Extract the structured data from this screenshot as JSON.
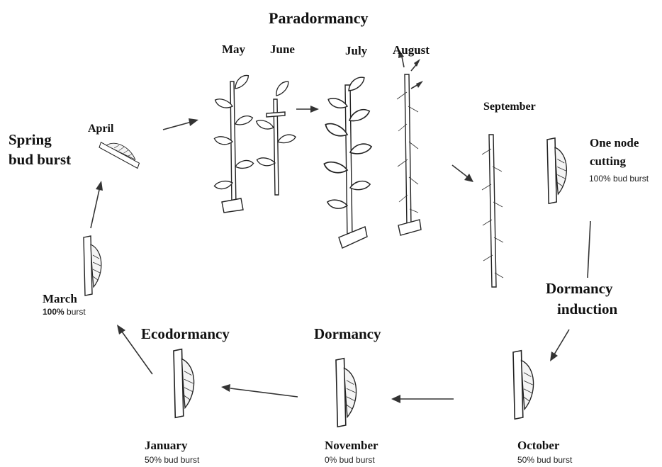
{
  "title": "Paradormancy",
  "months_top": {
    "may": "May",
    "june": "June",
    "july": "July",
    "august": "August"
  },
  "september": "September",
  "april": "April",
  "spring": {
    "line1": "Spring",
    "line2": "bud burst"
  },
  "one_node": {
    "line1": "One node",
    "line2": "cutting",
    "burst": "100% bud burst"
  },
  "dormancy_induction": {
    "line1": "Dormancy",
    "line2": "induction"
  },
  "march": {
    "label": "March",
    "pct": "100%",
    "burst": "burst"
  },
  "ecodormancy": "Ecodormancy",
  "dormancy": "Dormancy",
  "january": {
    "label": "January",
    "burst": "50% bud burst"
  },
  "november": {
    "label": "November",
    "burst": "0% bud burst"
  },
  "october": {
    "label": "October",
    "burst": "50% bud burst"
  }
}
